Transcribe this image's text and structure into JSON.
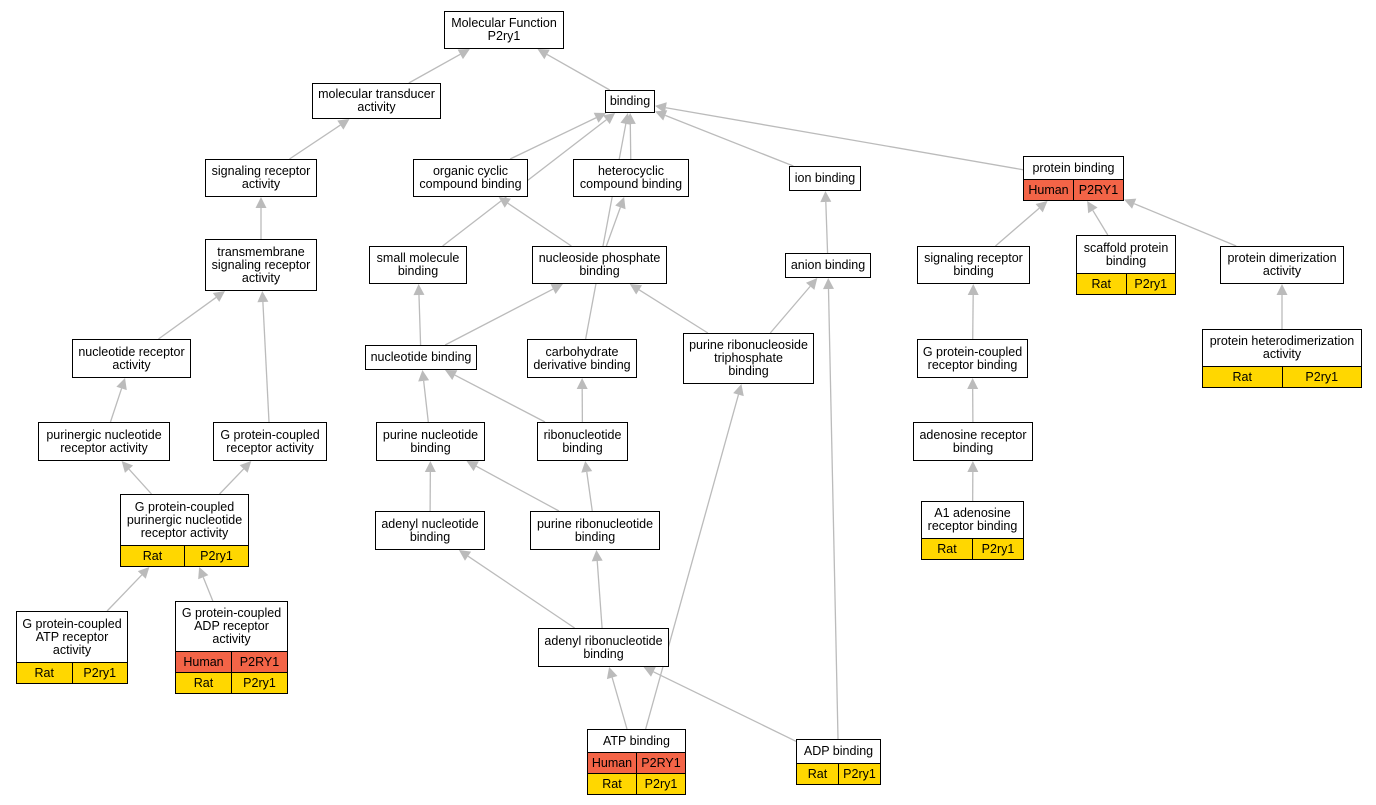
{
  "colors": {
    "human": "#f36447",
    "rat": "#ffd700",
    "edge": "#bbbbbb"
  },
  "nodes": [
    {
      "id": "mf",
      "label": "Molecular Function\nP2ry1",
      "rows": []
    },
    {
      "id": "mta",
      "label": "molecular transducer\nactivity",
      "rows": []
    },
    {
      "id": "bind",
      "label": "binding",
      "rows": []
    },
    {
      "id": "sra",
      "label": "signaling receptor\nactivity",
      "rows": []
    },
    {
      "id": "occb",
      "label": "organic cyclic\ncompound binding",
      "rows": []
    },
    {
      "id": "hcb",
      "label": "heterocyclic\ncompound binding",
      "rows": []
    },
    {
      "id": "ionb",
      "label": "ion binding",
      "rows": []
    },
    {
      "id": "protb",
      "label": "protein binding",
      "rows": [
        {
          "species": "Human",
          "gene": "P2RY1"
        }
      ]
    },
    {
      "id": "tsra",
      "label": "transmembrane\nsignaling receptor\nactivity",
      "rows": []
    },
    {
      "id": "smb",
      "label": "small molecule\nbinding",
      "rows": []
    },
    {
      "id": "npb",
      "label": "nucleoside phosphate\nbinding",
      "rows": []
    },
    {
      "id": "anb",
      "label": "anion binding",
      "rows": []
    },
    {
      "id": "srb",
      "label": "signaling receptor\nbinding",
      "rows": []
    },
    {
      "id": "spb",
      "label": "scaffold protein\nbinding",
      "rows": [
        {
          "species": "Rat",
          "gene": "P2ry1"
        }
      ]
    },
    {
      "id": "pda",
      "label": "protein dimerization\nactivity",
      "rows": []
    },
    {
      "id": "nra",
      "label": "nucleotide receptor\nactivity",
      "rows": []
    },
    {
      "id": "nb",
      "label": "nucleotide binding",
      "rows": []
    },
    {
      "id": "cdb",
      "label": "carbohydrate\nderivative binding",
      "rows": []
    },
    {
      "id": "prtb",
      "label": "purine ribonucleoside\ntriphosphate\nbinding",
      "rows": []
    },
    {
      "id": "gprb",
      "label": "G protein-coupled\nreceptor binding",
      "rows": []
    },
    {
      "id": "phda",
      "label": "protein heterodimerization\nactivity",
      "rows": [
        {
          "species": "Rat",
          "gene": "P2ry1"
        }
      ]
    },
    {
      "id": "pnra",
      "label": "purinergic nucleotide\nreceptor activity",
      "rows": []
    },
    {
      "id": "gpra",
      "label": "G protein-coupled\nreceptor activity",
      "rows": []
    },
    {
      "id": "pnb",
      "label": "purine nucleotide\nbinding",
      "rows": []
    },
    {
      "id": "rnb",
      "label": "ribonucleotide\nbinding",
      "rows": []
    },
    {
      "id": "arb",
      "label": "adenosine receptor\nbinding",
      "rows": []
    },
    {
      "id": "gppnra",
      "label": "G protein-coupled\npurinergic nucleotide\nreceptor activity",
      "rows": [
        {
          "species": "Rat",
          "gene": "P2ry1"
        }
      ]
    },
    {
      "id": "anub",
      "label": "adenyl nucleotide\nbinding",
      "rows": []
    },
    {
      "id": "prnb",
      "label": "purine ribonucleotide\nbinding",
      "rows": []
    },
    {
      "id": "a1arb",
      "label": "A1 adenosine\nreceptor binding",
      "rows": [
        {
          "species": "Rat",
          "gene": "P2ry1"
        }
      ]
    },
    {
      "id": "gpatp",
      "label": "G protein-coupled\nATP receptor\nactivity",
      "rows": [
        {
          "species": "Rat",
          "gene": "P2ry1"
        }
      ]
    },
    {
      "id": "gpadp",
      "label": "G protein-coupled\nADP receptor\nactivity",
      "rows": [
        {
          "species": "Human",
          "gene": "P2RY1"
        },
        {
          "species": "Rat",
          "gene": "P2ry1"
        }
      ]
    },
    {
      "id": "arnb",
      "label": "adenyl ribonucleotide\nbinding",
      "rows": []
    },
    {
      "id": "atpb",
      "label": "ATP binding",
      "rows": [
        {
          "species": "Human",
          "gene": "P2RY1"
        },
        {
          "species": "Rat",
          "gene": "P2ry1"
        }
      ]
    },
    {
      "id": "adpb",
      "label": "ADP binding",
      "rows": [
        {
          "species": "Rat",
          "gene": "P2ry1"
        }
      ]
    }
  ],
  "edges": [
    [
      "mta",
      "mf"
    ],
    [
      "bind",
      "mf"
    ],
    [
      "sra",
      "mta"
    ],
    [
      "tsra",
      "sra"
    ],
    [
      "nra",
      "tsra"
    ],
    [
      "gpra",
      "tsra"
    ],
    [
      "pnra",
      "nra"
    ],
    [
      "gppnra",
      "pnra"
    ],
    [
      "gppnra",
      "gpra"
    ],
    [
      "gpatp",
      "gppnra"
    ],
    [
      "gpadp",
      "gppnra"
    ],
    [
      "occb",
      "bind"
    ],
    [
      "hcb",
      "bind"
    ],
    [
      "ionb",
      "bind"
    ],
    [
      "protb",
      "bind"
    ],
    [
      "smb",
      "bind"
    ],
    [
      "cdb",
      "bind"
    ],
    [
      "npb",
      "occb"
    ],
    [
      "npb",
      "hcb"
    ],
    [
      "anb",
      "ionb"
    ],
    [
      "nb",
      "smb"
    ],
    [
      "nb",
      "npb"
    ],
    [
      "prtb",
      "npb"
    ],
    [
      "prtb",
      "anb"
    ],
    [
      "pnb",
      "nb"
    ],
    [
      "rnb",
      "nb"
    ],
    [
      "rnb",
      "cdb"
    ],
    [
      "anub",
      "pnb"
    ],
    [
      "prnb",
      "pnb"
    ],
    [
      "prnb",
      "rnb"
    ],
    [
      "arnb",
      "anub"
    ],
    [
      "arnb",
      "prnb"
    ],
    [
      "atpb",
      "arnb"
    ],
    [
      "atpb",
      "prtb"
    ],
    [
      "adpb",
      "arnb"
    ],
    [
      "adpb",
      "anb"
    ],
    [
      "srb",
      "protb"
    ],
    [
      "spb",
      "protb"
    ],
    [
      "pda",
      "protb"
    ],
    [
      "gprb",
      "srb"
    ],
    [
      "arb",
      "gprb"
    ],
    [
      "a1arb",
      "arb"
    ],
    [
      "phda",
      "pda"
    ]
  ]
}
